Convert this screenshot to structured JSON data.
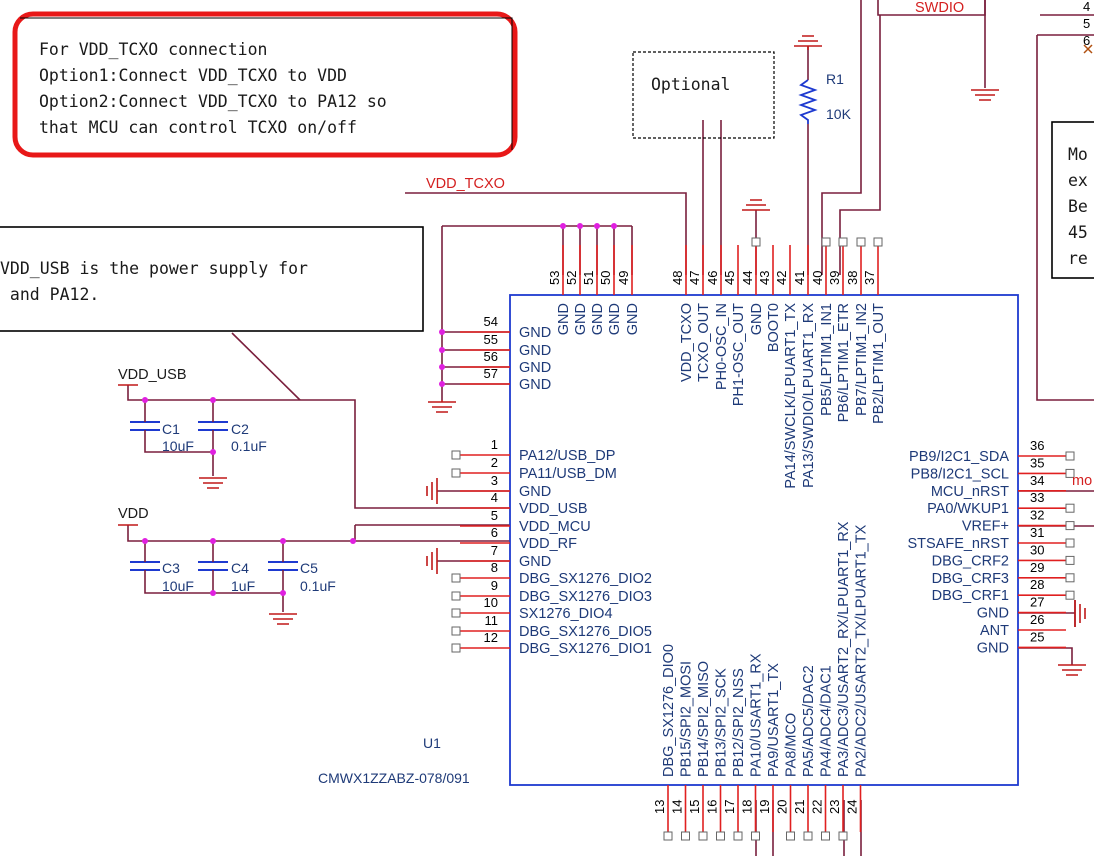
{
  "notes": {
    "tcxo_lines": [
      "For VDD_TCXO connection",
      "Option1:Connect VDD_TCXO to VDD",
      "Option2:Connect VDD_TCXO to PA12 so",
      "that MCU can control TCXO on/off"
    ],
    "optional": "Optional",
    "usb_lines": [
      "VDD_USB is the power supply for",
      " and PA12."
    ],
    "right_lines": [
      "Mo",
      "ex",
      "Be",
      "45",
      "re"
    ]
  },
  "nets": {
    "swdio": "SWDIO",
    "vdd_tcxo": "VDD_TCXO",
    "vdd_usb": "VDD_USB",
    "vdd": "VDD",
    "right_net": "mo"
  },
  "components": {
    "r1": {
      "ref": "R1",
      "value": "10K"
    },
    "c1": {
      "ref": "C1",
      "value": "10uF"
    },
    "c2": {
      "ref": "C2",
      "value": "0.1uF"
    },
    "c3": {
      "ref": "C3",
      "value": "10uF"
    },
    "c4": {
      "ref": "C4",
      "value": "1uF"
    },
    "c5": {
      "ref": "C5",
      "value": "0.1uF"
    }
  },
  "chip": {
    "ref": "U1",
    "part": "CMWX1ZZABZ-078/091"
  },
  "connector_numbers": [
    "4",
    "5",
    "6"
  ],
  "pins": {
    "left": [
      {
        "n": "54",
        "name": "GND"
      },
      {
        "n": "55",
        "name": "GND"
      },
      {
        "n": "56",
        "name": "GND"
      },
      {
        "n": "57",
        "name": "GND"
      },
      {
        "n": "1",
        "name": "PA12/USB_DP"
      },
      {
        "n": "2",
        "name": "PA11/USB_DM"
      },
      {
        "n": "3",
        "name": "GND"
      },
      {
        "n": "4",
        "name": "VDD_USB"
      },
      {
        "n": "5",
        "name": "VDD_MCU"
      },
      {
        "n": "6",
        "name": "VDD_RF"
      },
      {
        "n": "7",
        "name": "GND"
      },
      {
        "n": "8",
        "name": "DBG_SX1276_DIO2"
      },
      {
        "n": "9",
        "name": "DBG_SX1276_DIO3"
      },
      {
        "n": "10",
        "name": "SX1276_DIO4"
      },
      {
        "n": "11",
        "name": "DBG_SX1276_DIO5"
      },
      {
        "n": "12",
        "name": "DBG_SX1276_DIO1"
      }
    ],
    "right": [
      {
        "n": "36",
        "name": "PB9/I2C1_SDA"
      },
      {
        "n": "35",
        "name": "PB8/I2C1_SCL"
      },
      {
        "n": "34",
        "name": "MCU_nRST"
      },
      {
        "n": "33",
        "name": "PA0/WKUP1"
      },
      {
        "n": "32",
        "name": "VREF+"
      },
      {
        "n": "31",
        "name": "STSAFE_nRST"
      },
      {
        "n": "30",
        "name": "DBG_CRF2"
      },
      {
        "n": "29",
        "name": "DBG_CRF3"
      },
      {
        "n": "28",
        "name": "DBG_CRF1"
      },
      {
        "n": "27",
        "name": "GND"
      },
      {
        "n": "26",
        "name": "ANT"
      },
      {
        "n": "25",
        "name": "GND"
      }
    ],
    "top": [
      {
        "n": "53",
        "name": "GND"
      },
      {
        "n": "52",
        "name": "GND"
      },
      {
        "n": "51",
        "name": "GND"
      },
      {
        "n": "50",
        "name": "GND"
      },
      {
        "n": "49",
        "name": "GND"
      },
      {
        "n": "48",
        "name": "VDD_TCXO"
      },
      {
        "n": "47",
        "name": "TCXO_OUT"
      },
      {
        "n": "46",
        "name": "PH0-OSC_IN"
      },
      {
        "n": "45",
        "name": "PH1-OSC_OUT"
      },
      {
        "n": "44",
        "name": "GND"
      },
      {
        "n": "43",
        "name": "BOOT0"
      },
      {
        "n": "42",
        "name": "PA14/SWCLK/LPUART1_TX"
      },
      {
        "n": "41",
        "name": "PA13/SWDIO/LPUART1_RX"
      },
      {
        "n": "40",
        "name": "PB5/LPTIM1_IN1"
      },
      {
        "n": "39",
        "name": "PB6/LPTIM1_ETR"
      },
      {
        "n": "38",
        "name": "PB7/LPTIM1_IN2"
      },
      {
        "n": "37",
        "name": "PB2/LPTIM1_OUT"
      }
    ],
    "bottom": [
      {
        "n": "13",
        "name": "DBG_SX1276_DIO0"
      },
      {
        "n": "14",
        "name": "PB15/SPI2_MOSI"
      },
      {
        "n": "15",
        "name": "PB14/SPI2_MISO"
      },
      {
        "n": "16",
        "name": "PB13/SPI2_SCK"
      },
      {
        "n": "17",
        "name": "PB12/SPI2_NSS"
      },
      {
        "n": "18",
        "name": "PA10/USART1_RX"
      },
      {
        "n": "19",
        "name": "PA9/USART1_TX"
      },
      {
        "n": "20",
        "name": "PA8/MCO"
      },
      {
        "n": "21",
        "name": "PA5/ADC5/DAC2"
      },
      {
        "n": "22",
        "name": "PA4/ADC4/DAC1"
      },
      {
        "n": "23",
        "name": "PA3/ADC3/USART2_RX/LPUART1_RX"
      },
      {
        "n": "24",
        "name": "PA2/ADC2/USART2_TX/LPUART1_TX"
      }
    ]
  },
  "colors": {
    "wire": "#7a1f3d",
    "pin": "#e02020",
    "chip": "#1e3ad0",
    "label": "#1e3a78",
    "junction": "#e020e0",
    "highlight": "#e81818",
    "net": "#d42020",
    "ground": "#c01818",
    "resistor": "#1e3ad0"
  }
}
